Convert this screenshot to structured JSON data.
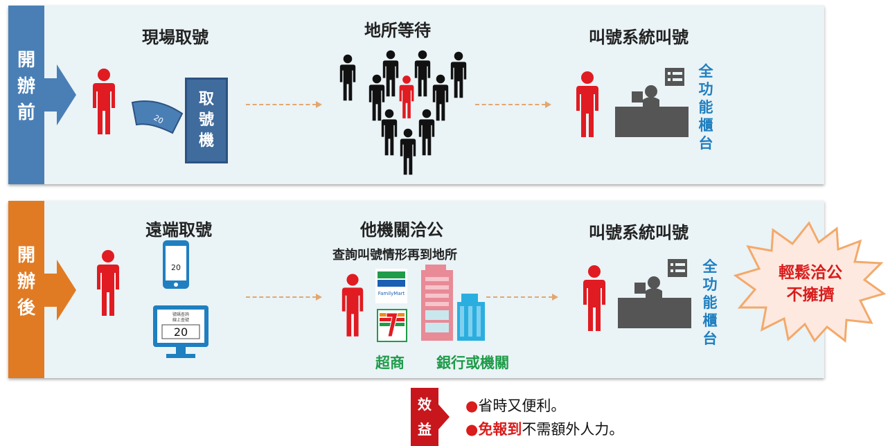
{
  "before": {
    "side_label": [
      "開",
      "辦",
      "前"
    ],
    "side_color": "#4a7fb5",
    "step1_title": "現場取號",
    "ticket_number": "20",
    "kiosk_label": [
      "取",
      "號",
      "機"
    ],
    "step2_title": "地所等待",
    "step3_title": "叫號系統叫號",
    "counter_label": [
      "全",
      "功",
      "能",
      "櫃",
      "台"
    ]
  },
  "after": {
    "side_label": [
      "開",
      "辦",
      "後"
    ],
    "side_color": "#e07b24",
    "step1_title": "遠端取號",
    "phone_number": "20",
    "monitor_header_1": "號碼查詢",
    "monitor_header_2": "線上查號",
    "monitor_number": "20",
    "step2_title": "他機關洽公",
    "step2_subtitle": "查詢叫號情形再到地所",
    "familymart_label": "FamilyMart",
    "store_label": "超商",
    "bank_label": "銀行或機關",
    "step3_title": "叫號系統叫號",
    "counter_label": [
      "全",
      "功",
      "能",
      "櫃",
      "台"
    ],
    "burst_line1": "輕鬆洽公",
    "burst_line2": "不擁擠"
  },
  "benefits": {
    "tab_label": [
      "效",
      "益"
    ],
    "line1": "省時又便利。",
    "line2_red": "免報到",
    "line2_rest": "不需額外人力。"
  },
  "colors": {
    "person_red": "#e01b22",
    "person_black": "#111111",
    "counter_gray": "#555555",
    "accent_blue": "#1f7fc0",
    "accent_green": "#1f9b4a"
  }
}
